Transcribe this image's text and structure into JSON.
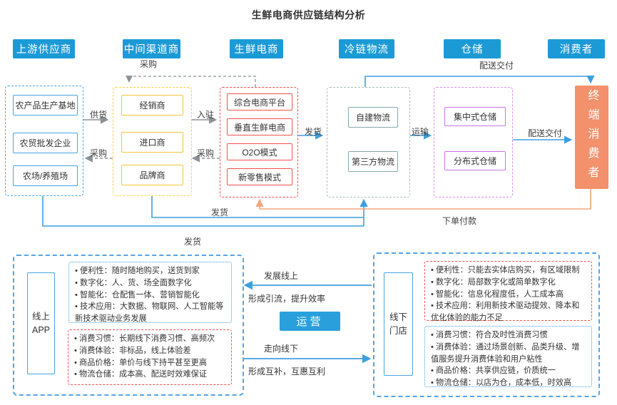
{
  "title": "生鲜电商供应链结构分析",
  "colors": {
    "header_blue": "#1c9ad6",
    "flow_blue": "#3d9fe0",
    "arrow_gray": "#8c9196",
    "consumer_orange": "#f2916c",
    "order_line_orange": "#f5a57e",
    "upstream_border": "#4aa4e4",
    "channel_border": "#f5c53c",
    "ecommerce_border": "#f4504f",
    "logistics_border": "#84a8a8",
    "warehouse_border": "#cc70f0"
  },
  "flow": {
    "headers": [
      "上游供应商",
      "中间渠道商",
      "生鲜电商",
      "冷链物流",
      "仓储",
      "消费者"
    ],
    "upstream_items": [
      "农产品生产基地",
      "农贸批发企业",
      "农场/养殖场"
    ],
    "channel_items": [
      "经销商",
      "进口商",
      "品牌商"
    ],
    "ecommerce_items": [
      "综合电商平台",
      "垂直生鲜电商",
      "O2O模式",
      "新零售模式"
    ],
    "logistics_items": [
      "自建物流",
      "第三方物流"
    ],
    "warehouse_items": [
      "集中式仓储",
      "分布式仓储"
    ],
    "consumer_label": "终端消费者",
    "edges": {
      "procure_top": "采购",
      "supply": "供货",
      "procure_left": "采购",
      "enter": "入驻",
      "procure_mid": "采购",
      "ship": "发货",
      "transport": "运输",
      "deliver_top": "配送交付",
      "deliver_mid": "配送交付",
      "ship_upper": "发货",
      "ship_lower": "发货",
      "order_pay": "下单付款"
    }
  },
  "bottom": {
    "left": {
      "label": "线上APP",
      "pros": [
        "便利性：随时随地购买，送货到家",
        "数字化：人、货、场全面数字化",
        "智能化：仓配售一体、营销智能化",
        "技术应用：大数据、物联网、人工智能等新技术驱动业务发展"
      ],
      "cons": [
        "消费习惯：长期线下消费习惯、高频次",
        "消费体验：非标品，线上体验差",
        "商品价格：单价与线下持平甚至更高",
        "物流仓储：成本高、配送时效难保证"
      ]
    },
    "middle": {
      "develop_online": "发展线上",
      "online_effect": "形成引流，提升效率",
      "operation": "运营",
      "go_offline": "走向线下",
      "offline_effect": "形成互补，互惠互利"
    },
    "right": {
      "label": "线下门店",
      "cons": [
        "便利性：只能去实体店购买，有区域限制",
        "数字化：局部数字化或简单数字化",
        "智能化：信息化程度低，人工成本高",
        "技术应用：利用新技术驱动提效、降本和优化体验的能力不足"
      ],
      "pros": [
        "消费习惯：符合及时性消费习惯",
        "消费体验：通过场景创新、品类升级、增值服务提升消费体验和用户粘性",
        "商品价格：共享供应链，价质统一",
        "物流仓储：以店为仓，成本低，时效高"
      ]
    }
  }
}
